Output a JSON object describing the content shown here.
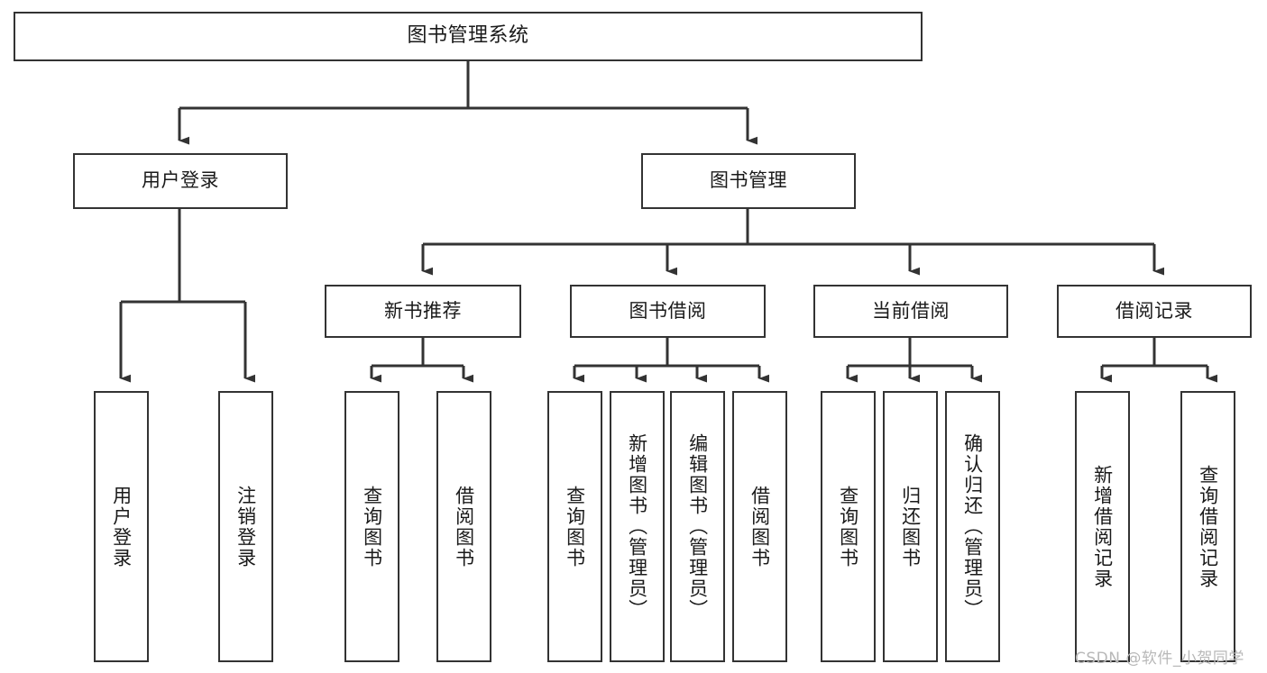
{
  "diagram": {
    "title": "图书管理系统",
    "type": "hierarchy-tree",
    "watermark": "CSDN @软件_小贺同学",
    "colors": {
      "box_border": "#333333",
      "box_fill": "#ffffff",
      "line": "#333333",
      "text": "#1a1a1a",
      "watermark": "#b8b8b8"
    },
    "nodes": {
      "root": {
        "label": "图书管理系统"
      },
      "level2": [
        {
          "id": "user-login",
          "label": "用户登录"
        },
        {
          "id": "book-manage",
          "label": "图书管理"
        }
      ],
      "level3": [
        {
          "id": "new-book-recommend",
          "label": "新书推荐"
        },
        {
          "id": "book-borrow",
          "label": "图书借阅"
        },
        {
          "id": "current-borrow",
          "label": "当前借阅"
        },
        {
          "id": "borrow-record",
          "label": "借阅记录"
        }
      ],
      "leaves": {
        "user_login": [
          {
            "id": "leaf-user-login",
            "label": "用户登录"
          },
          {
            "id": "leaf-logout",
            "label": "注销登录"
          }
        ],
        "new_book_recommend": [
          {
            "id": "leaf-query-book-1",
            "label": "查询图书"
          },
          {
            "id": "leaf-borrow-book-1",
            "label": "借阅图书"
          }
        ],
        "book_borrow": [
          {
            "id": "leaf-query-book-2",
            "label": "查询图书"
          },
          {
            "id": "leaf-add-book",
            "label": "新增图书（管理员）"
          },
          {
            "id": "leaf-edit-book",
            "label": "编辑图书（管理员）"
          },
          {
            "id": "leaf-borrow-book-2",
            "label": "借阅图书"
          }
        ],
        "current_borrow": [
          {
            "id": "leaf-query-book-3",
            "label": "查询图书"
          },
          {
            "id": "leaf-return-book",
            "label": "归还图书"
          },
          {
            "id": "leaf-confirm-return",
            "label": "确认归还（管理员）"
          }
        ],
        "borrow_record": [
          {
            "id": "leaf-add-record",
            "label": "新增借阅记录"
          },
          {
            "id": "leaf-query-record",
            "label": "查询借阅记录"
          }
        ]
      }
    }
  }
}
